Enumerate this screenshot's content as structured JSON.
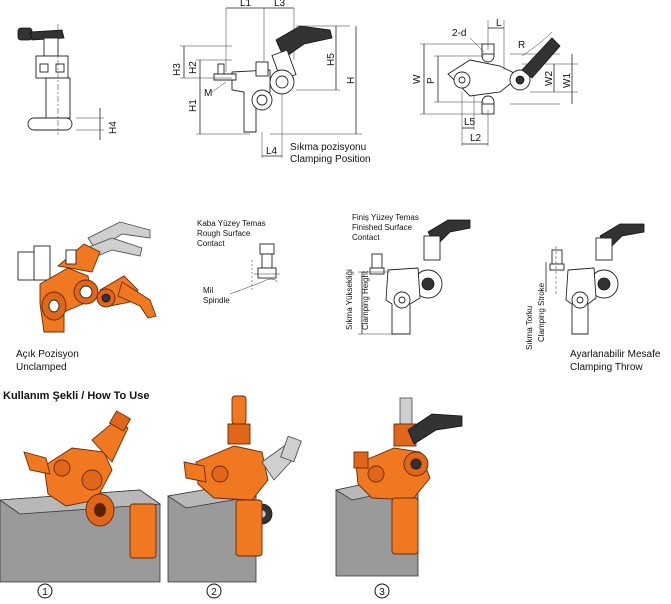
{
  "dimensions": {
    "side": [
      "L1",
      "L3",
      "H3",
      "H2",
      "H5",
      "H",
      "H1",
      "M",
      "L4"
    ],
    "front": [
      "H4"
    ],
    "top": [
      "2-d",
      "L",
      "R",
      "W",
      "P",
      "W2",
      "W1",
      "L5",
      "L2"
    ]
  },
  "clamping_position": {
    "tr": "Sıkma pozisyonu",
    "en": "Clamping Position"
  },
  "unclamped": {
    "tr": "Açık Pozisyon",
    "en": "Unclamped"
  },
  "rough_contact": {
    "tr": "Kaba Yüzey Temas",
    "en1": "Rough Surface",
    "en2": "Contact"
  },
  "spindle": {
    "tr": "Mil",
    "en": "Spindle"
  },
  "finished_contact": {
    "tr": "Finiş Yüzey Temas",
    "en1": "Finished Surface",
    "en2": "Contact"
  },
  "clamp_height": {
    "tr": "Sıkma Yüksekliği",
    "en": "Clamping Height"
  },
  "clamp_stroke": {
    "tr": "Sıkma Torku",
    "en": "Clamping Stroke"
  },
  "clamping_throw": {
    "tr": "Ayarlanabilir Mesafe",
    "en": "Clamping Throw"
  },
  "how_to_use": "Kullanım Şekli / How To Use",
  "steps": [
    "1",
    "2",
    "3"
  ],
  "colors": {
    "clamp_body": "#f07820",
    "workpiece": "#9a9a9a",
    "line": "#222222"
  }
}
